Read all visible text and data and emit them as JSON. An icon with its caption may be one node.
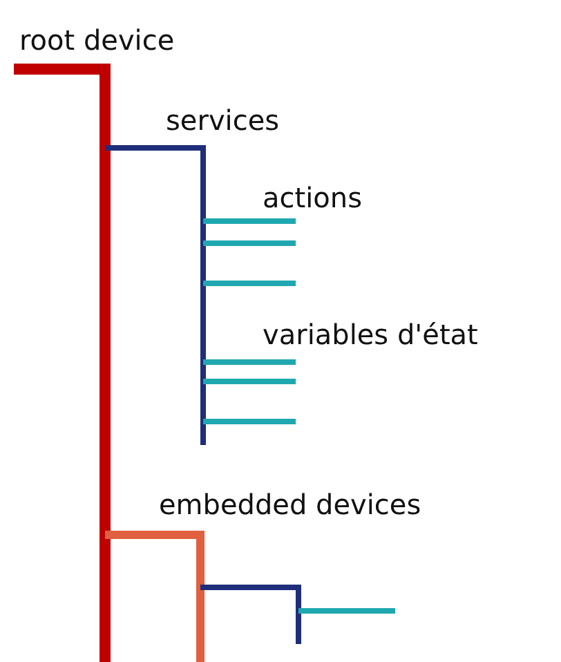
{
  "diagram": {
    "labels": [
      "root device",
      "services",
      "actions",
      "variables d'état",
      "embedded devices"
    ]
  }
}
